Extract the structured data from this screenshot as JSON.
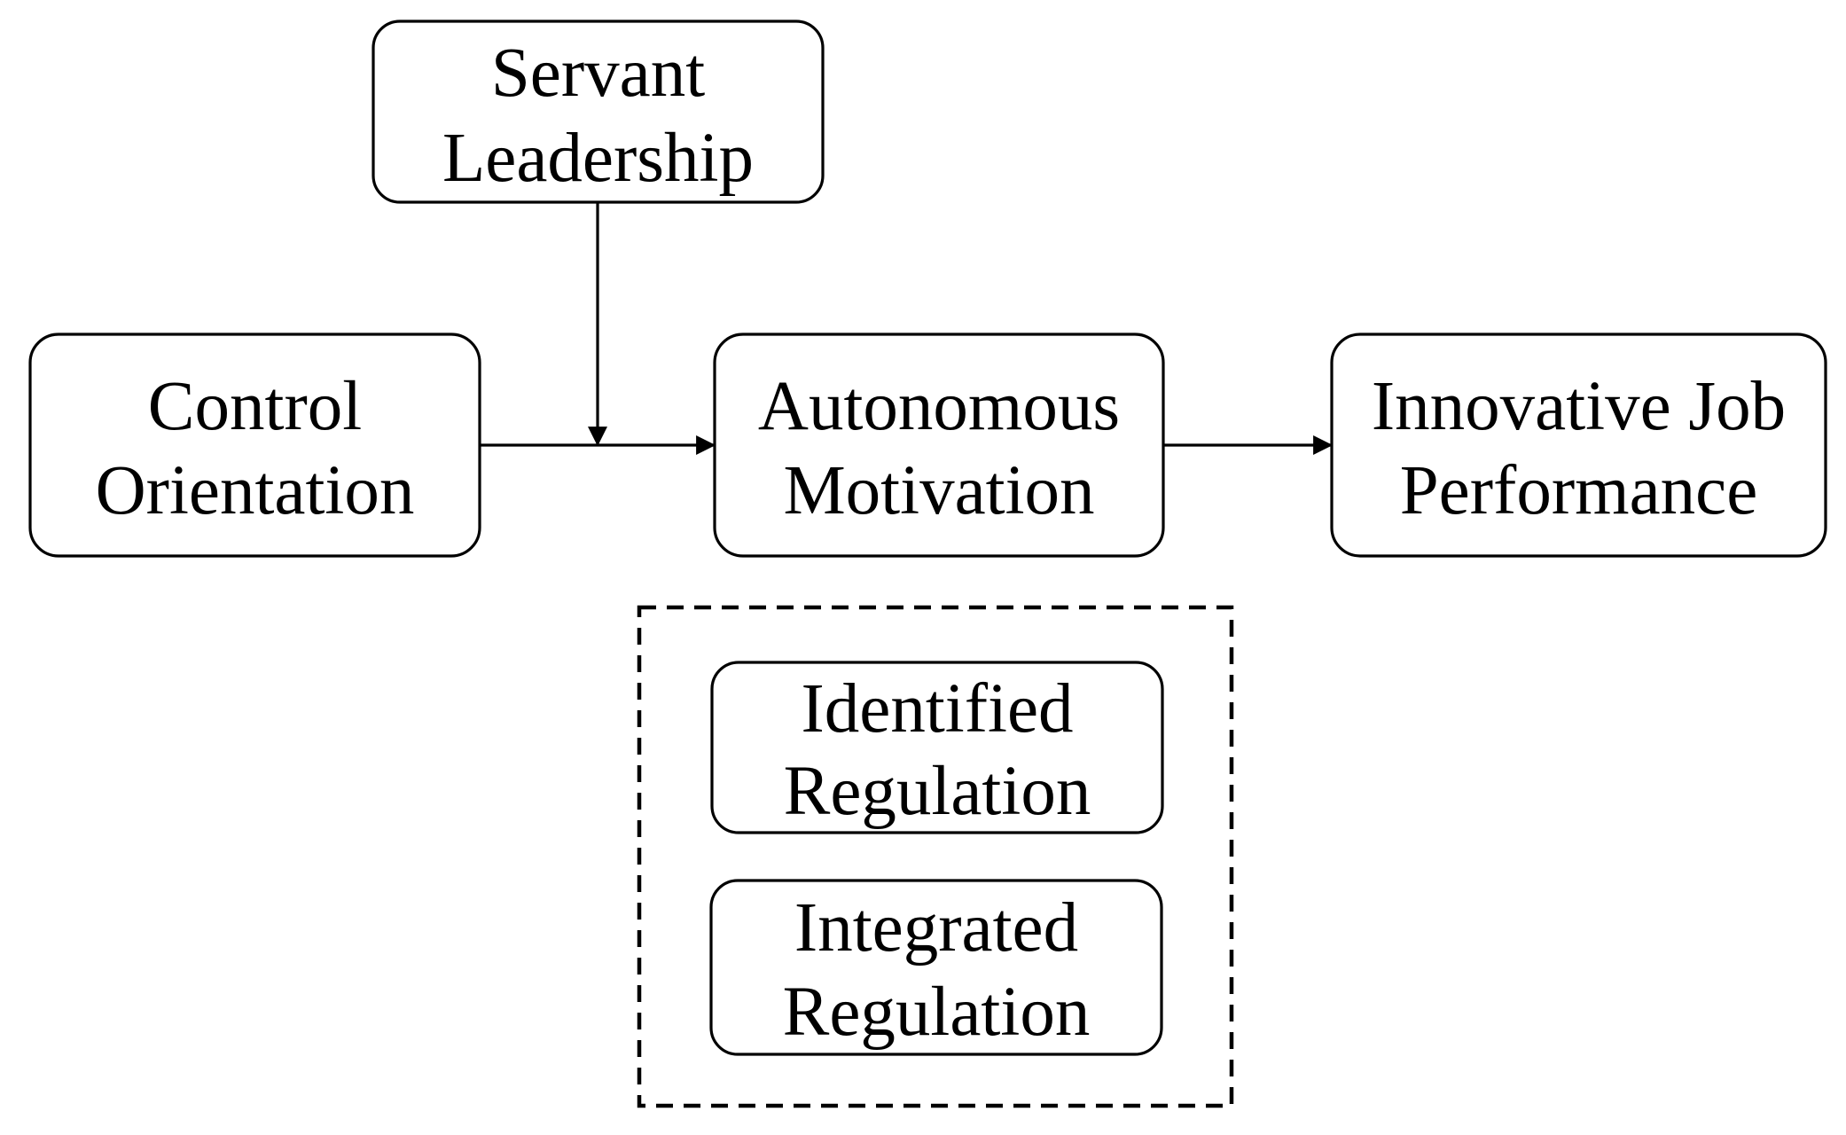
{
  "nodes": {
    "servant_leadership": {
      "line1": "Servant",
      "line2": "Leadership"
    },
    "control_orientation": {
      "line1": "Control",
      "line2": "Orientation"
    },
    "autonomous_motivation": {
      "line1": "Autonomous",
      "line2": "Motivation"
    },
    "innovative_job_performance": {
      "line1": "Innovative Job",
      "line2": "Performance"
    },
    "identified_regulation": {
      "line1": "Identified",
      "line2": "Regulation"
    },
    "integrated_regulation": {
      "line1": "Integrated",
      "line2": "Regulation"
    }
  },
  "edges": [
    {
      "from": "control_orientation",
      "to": "autonomous_motivation"
    },
    {
      "from": "autonomous_motivation",
      "to": "innovative_job_performance"
    },
    {
      "from": "servant_leadership",
      "to": "path:control_orientation->autonomous_motivation"
    }
  ],
  "groups": [
    {
      "members": [
        "identified_regulation",
        "integrated_regulation"
      ],
      "style": "dashed"
    }
  ],
  "colors": {
    "stroke": "#000000",
    "background": "#ffffff"
  }
}
